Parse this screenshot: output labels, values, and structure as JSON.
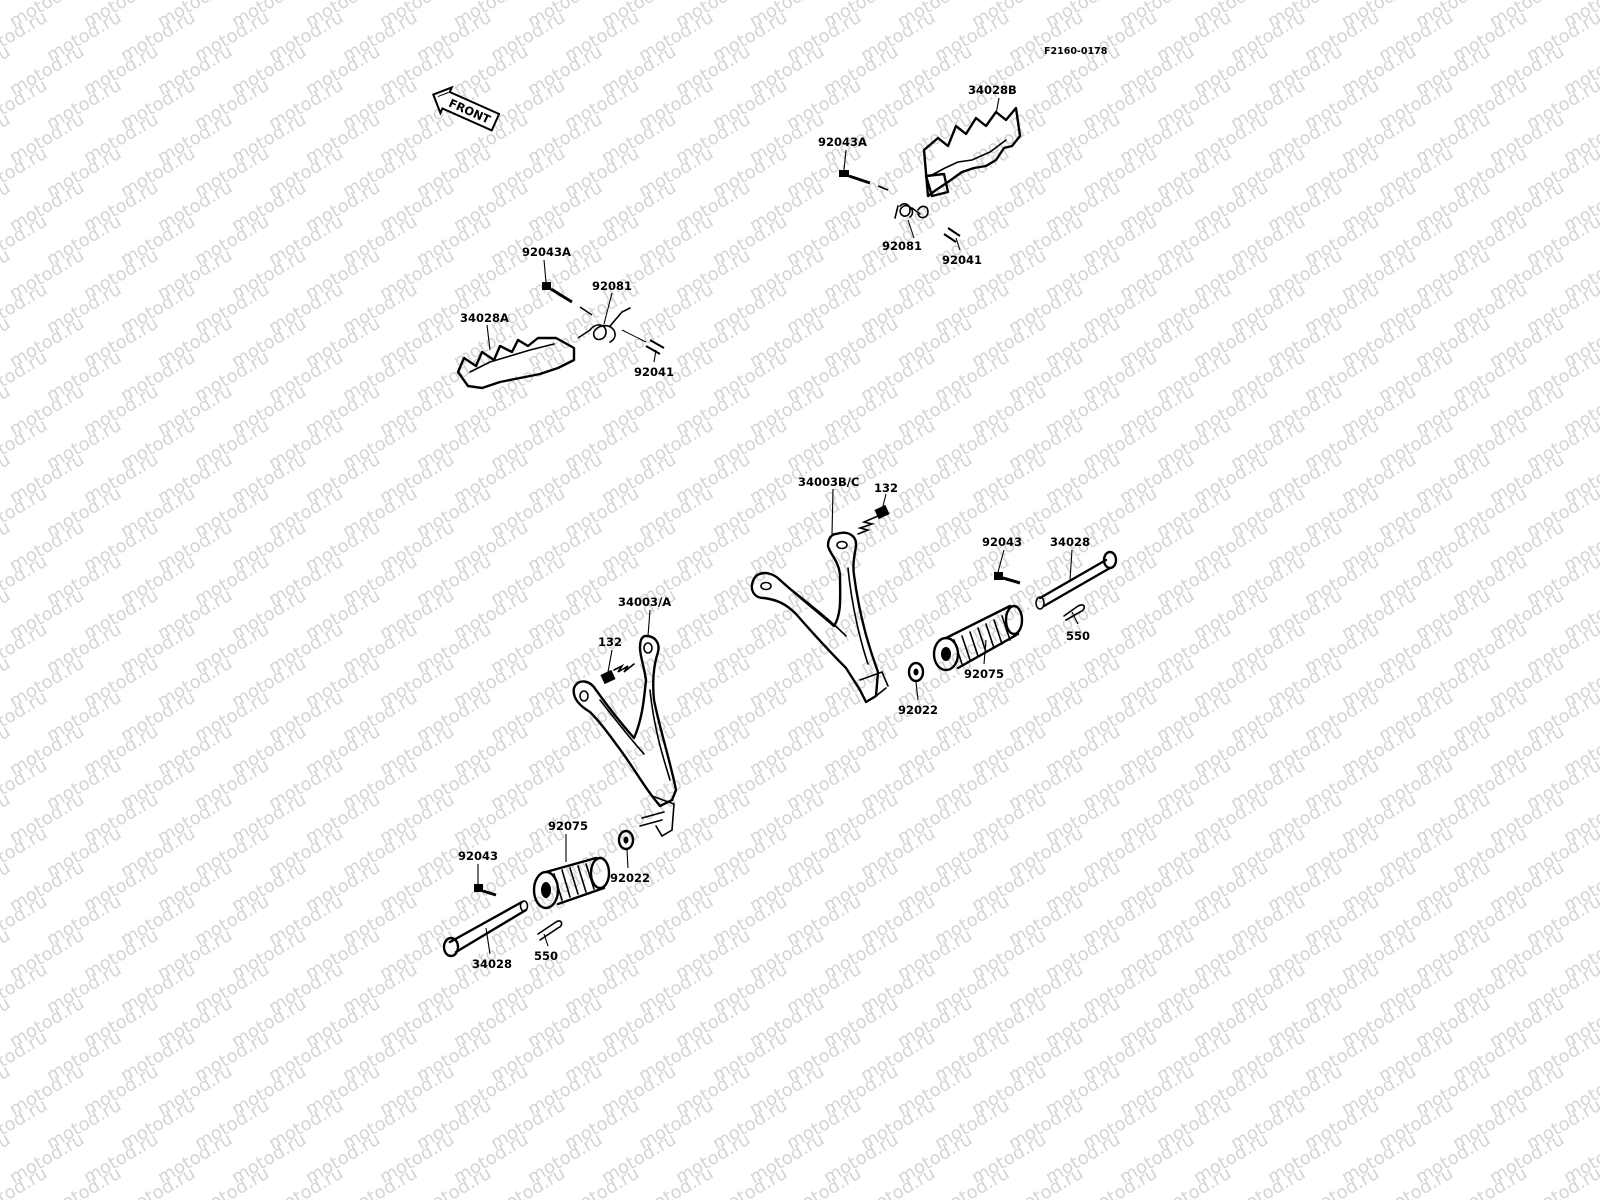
{
  "diagram_code": "F2160-0178",
  "front_label": "FRONT",
  "watermark_text": "motod.ru",
  "colors": {
    "ink": "#000000",
    "watermark": "#d4d4d4",
    "background": "#ffffff"
  },
  "labels": {
    "p34028B": "34028B",
    "p92043A_top": "92043A",
    "p92081_top": "92081",
    "p92041_top": "92041",
    "p92043A_left": "92043A",
    "p92081_left": "92081",
    "p34028A": "34028A",
    "p92041_left": "92041",
    "p34003BC": "34003B/C",
    "p132_right": "132",
    "p92043_right": "92043",
    "p34028_right": "34028",
    "p550_right": "550",
    "p92075_right": "92075",
    "p92022_right": "92022",
    "p34003A": "34003/A",
    "p132_left": "132",
    "p92075_left": "92075",
    "p92022_left": "92022",
    "p92043_left": "92043",
    "p550_left": "550",
    "p34028_left": "34028"
  }
}
